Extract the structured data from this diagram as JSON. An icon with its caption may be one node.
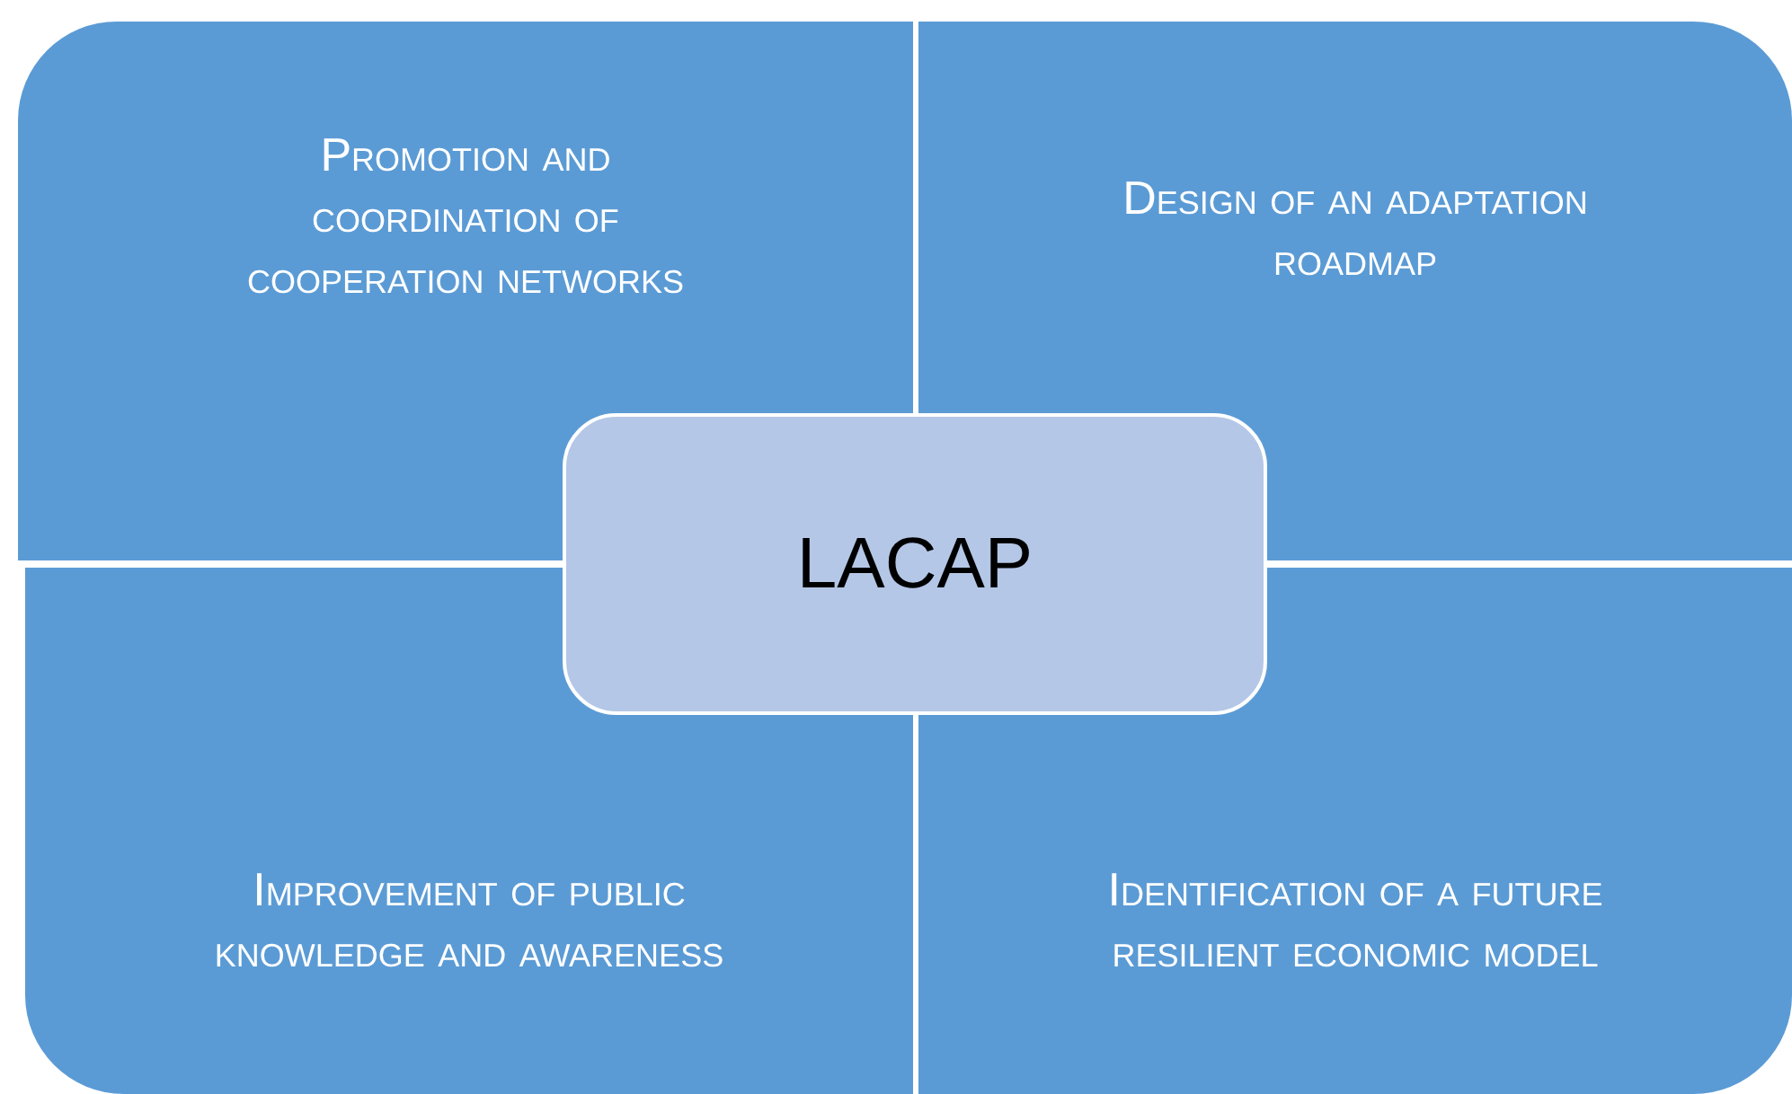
{
  "diagram": {
    "nodes": [
      {
        "text": [
          "Promotion and coordination of cooperation networks"
        ]
      },
      {
        "text": [
          "Design of an adaptation roadmap"
        ]
      },
      {
        "text": [
          "Improvement of public knowledge and awareness"
        ]
      },
      {
        "text": [
          "Identification of a future resilient economic model"
        ]
      },
      {
        "text": [
          "LACAP"
        ]
      }
    ]
  }
}
